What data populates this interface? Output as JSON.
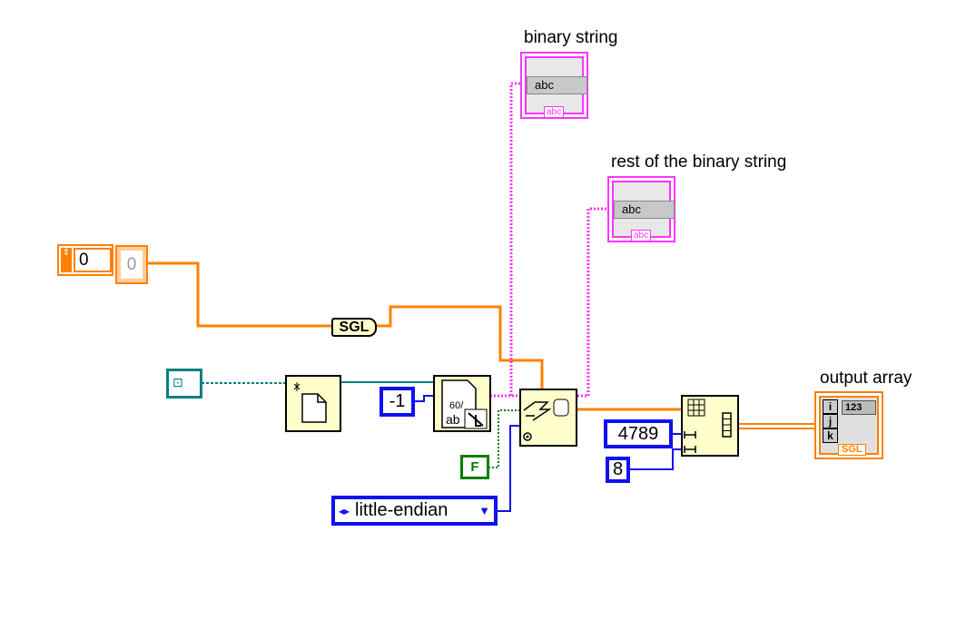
{
  "labels": {
    "binary_string": "binary string",
    "rest_binary_string": "rest of the binary string",
    "output_array": "output array"
  },
  "array_constant": {
    "index": "0",
    "element": "0"
  },
  "conversion": {
    "type": "SGL"
  },
  "constants": {
    "count": "-1",
    "boolean": "F",
    "byte_order": "little-endian",
    "dim_size_1": "4789",
    "dim_size_2": "8"
  },
  "indicators": {
    "string_display": "abc",
    "string_type": "abc",
    "array_index_labels": [
      "i",
      "j",
      "k"
    ],
    "array_element": "123",
    "array_type": "SGL"
  },
  "colors": {
    "float": "#ff8000",
    "string": "#ff33ff",
    "integer": "#1010f0",
    "boolean": "#008000",
    "refnum": "#008080"
  }
}
